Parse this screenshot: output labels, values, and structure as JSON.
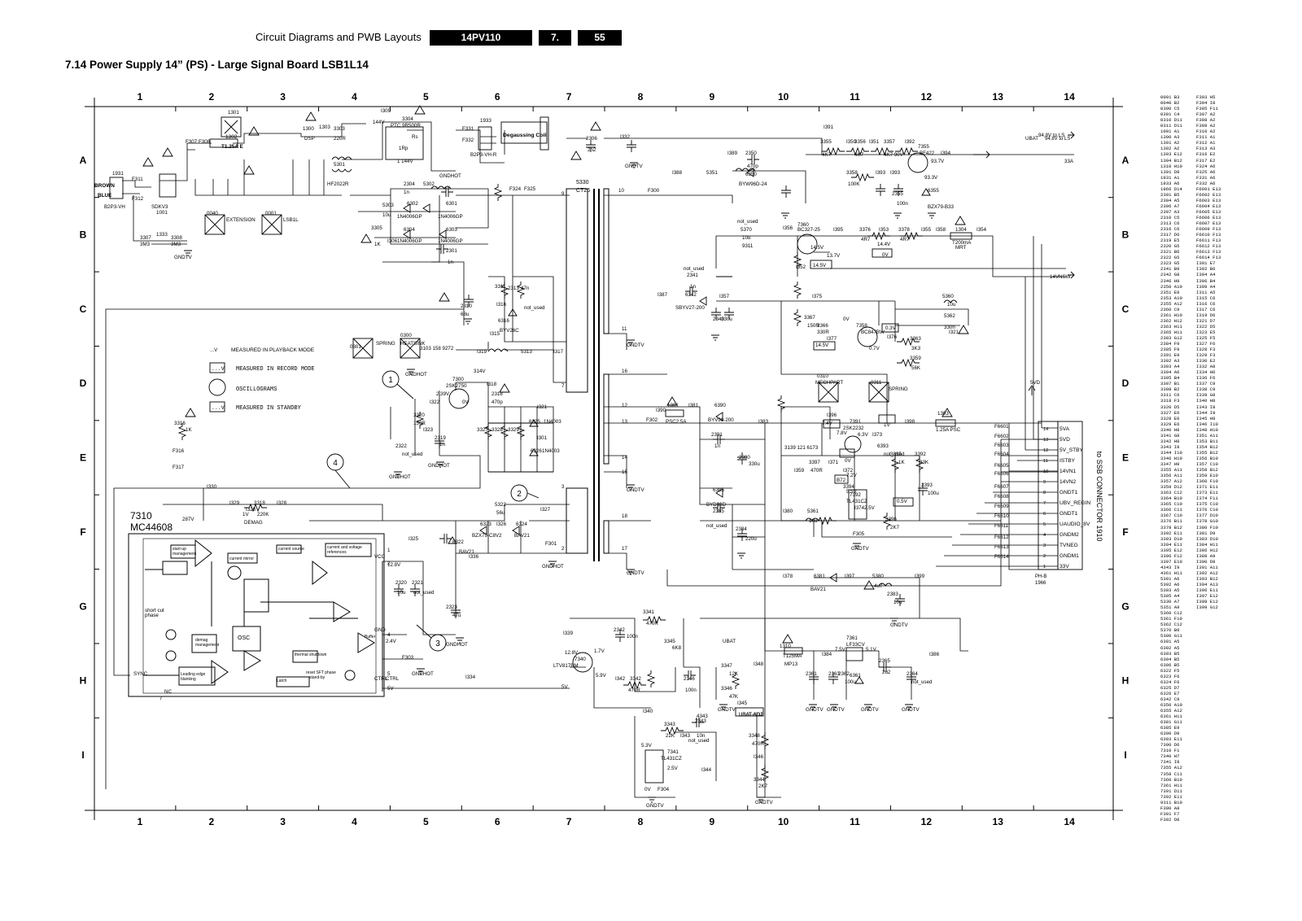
{
  "header": {
    "title": "Circuit Diagrams and PWB Layouts",
    "model": "14PV110",
    "chapter": "7.",
    "page": "55"
  },
  "section_title": "7.14   Power Supply 14” (PS) - Large Signal Board LSB1L14",
  "grid": {
    "columns": [
      "1",
      "2",
      "3",
      "4",
      "5",
      "6",
      "7",
      "8",
      "9",
      "10",
      "11",
      "12",
      "13",
      "14"
    ],
    "rows": [
      "A",
      "B",
      "C",
      "D",
      "E",
      "F",
      "G",
      "H",
      "I"
    ]
  },
  "legend": {
    "playback": "...V   MEASURED IN PLAYBACK MODE",
    "record": "MEASURED IN RECORD MODE",
    "record_box": "...V",
    "osc": "OSCILLOGRAMS",
    "standby": "MEASURED IN STANDBY",
    "standby_box": "...V"
  },
  "ic": {
    "ref": "7310",
    "part": "MC44608"
  },
  "connector": {
    "title": "to SSB CONNECTOR 1910",
    "pins": [
      {
        "num": "14",
        "name": "5VA"
      },
      {
        "num": "13",
        "name": "5VD"
      },
      {
        "num": "12",
        "name": "5V_STBY"
      },
      {
        "num": "11",
        "name": "ISTBY"
      },
      {
        "num": "10",
        "name": "14VN1"
      },
      {
        "num": "9",
        "name": "14VN2"
      },
      {
        "num": "8",
        "name": "GNDT1"
      },
      {
        "num": "7",
        "name": "UBV_REGIN"
      },
      {
        "num": "6",
        "name": "GNDT1"
      },
      {
        "num": "5",
        "name": "UAUDIO_8V"
      },
      {
        "num": "4",
        "name": "GNDM2"
      },
      {
        "num": "3",
        "name": "TVNEG"
      },
      {
        "num": "2",
        "name": "GNDM1"
      },
      {
        "num": "1",
        "name": "33V"
      }
    ]
  },
  "labels": {
    "fuse": "T1.25A E",
    "ptc": "PTC 9R500R",
    "degauss": "Degaussing Coil",
    "transformer": "5330",
    "transformer_part": "CT26",
    "conn_b2p3": "B2P3-VH",
    "conn_b2p3r": "B2P3-VH-R",
    "mains_brown": "BROWN",
    "mains_blue": "BLUE",
    "extension": "EXTENSION",
    "lsb": "LSB1L",
    "spring1": "SPRING",
    "heatsink": "HEATSINK",
    "mechpart": "MECHPART",
    "spring2": "SPRING",
    "ubat": "UBAT",
    "to_ls": "94.8V to LS",
    "ubat_adj": "UBAT-ADJ",
    "t125": "T125MA",
    "opto": "LTV817BM",
    "tl431a": "TL431CZ",
    "tl431b": "TL431CZ",
    "tl431c": "TL431CZ",
    "lf33": "LF33CV",
    "bf422": "BF422",
    "bc327": "BC327-25",
    "bc847": "BC847BW",
    "fet": "2SK2750",
    "bzx": "BZX79-C8V2",
    "bav21": "BAV21",
    "byv": "BYV95B-200",
    "ph": "PH-B",
    "ph_num": "1966",
    "v_14_5": "14.5V",
    "v_0v": "0V",
    "v_13_7": "13.7V",
    "v_0_3": "0.3V",
    "v_7_4": "7.4V",
    "v_1v": "1V",
    "v_0v2": "0V",
    "v_0v3": "0.5V",
    "v_314": "314V",
    "v_12_8": "12.8V",
    "v_5_3": "5.3V",
    "v_2_5": "2.5V",
    "v_5_1": "5.1V",
    "v_2_4": "2.4V"
  },
  "reference_list_a": [
    "0001 B3",
    "0040 B2",
    "0300 C5",
    "0301 C4",
    "0310 D11",
    "0311 D11",
    "1001 A1",
    "1300 A3",
    "1301 A2",
    "1302 A2",
    "1303 E12",
    "1304 B12",
    "1310 H10",
    "1391 D8",
    "1931 A1",
    "1933 A6",
    "1966 D14",
    "2301 B5",
    "2304 A5",
    "2306 A7",
    "2307 A3",
    "2310 C5",
    "2313 C6",
    "2316 C6",
    "2317 D6",
    "2319 E5",
    "2320 G5",
    "2321 B6",
    "2322 G5",
    "2323 G5",
    "2341 B9",
    "2342 G8",
    "2346 H9",
    "2350 A10",
    "2351 E9",
    "2353 A10",
    "2355 A12",
    "2360 C9",
    "2361 H10",
    "2362 H12",
    "2363 H11",
    "2365 H11",
    "2383 G12",
    "2384 F9",
    "2385 F9",
    "2391 E9",
    "3302 A3",
    "3303 A4",
    "3304 A6",
    "3305 B4",
    "3307 B1",
    "3308 B2",
    "3311 C6",
    "3318 F3",
    "3320 D5",
    "3327 E6",
    "3328 E6",
    "3329 E6",
    "3340 H8",
    "3341 G8",
    "3342 H8",
    "3343 I8",
    "3344 I10",
    "3346 H10",
    "3347 H9",
    "3355 A11",
    "3356 A11",
    "3357 A12",
    "3359 D12",
    "3363 C12",
    "3364 B10",
    "3365 C10",
    "3366 C11",
    "3367 C10",
    "3376 B11",
    "3378 B12",
    "3392 E11",
    "3393 D10",
    "3394 E11",
    "3395 E12",
    "3396 F12",
    "3397 E10",
    "4343 I9",
    "4361 H11",
    "5301 A6",
    "5302 A6",
    "5303 A5",
    "5305 A4",
    "5330 A7",
    "5351 A9",
    "5360 C12",
    "5361 F10",
    "5362 C12",
    "5370 B9",
    "5380 G11",
    "6301 A5",
    "6302 A5",
    "6303 B5",
    "6304 B5",
    "6306 B5",
    "6322 F5",
    "6323 F6",
    "6324 F6",
    "6325 D7",
    "6326 E7",
    "6342 C9",
    "6350 A10",
    "6355 A12",
    "6361 H11",
    "6381 G11",
    "6385 E9",
    "6390 D9",
    "6393 E11",
    "7300 D6",
    "7310 F1",
    "7340 H7",
    "7341 I8",
    "7355 A12",
    "7358 C11",
    "7360 B10",
    "7361 H11",
    "7391 D11",
    "7392 E11",
    "9311 B10",
    "F300 A8",
    "F301 F7",
    "F302 D8"
  ],
  "reference_list_b": [
    "F303 H5",
    "F304 I8",
    "F305 F11",
    "F307 A2",
    "F308 A2",
    "F309 A2",
    "F310 A2",
    "F311 A1",
    "F312 A1",
    "F313 A3",
    "F316 E2",
    "F317 E2",
    "F324 A6",
    "F325 A6",
    "F331 A6",
    "F332 A6",
    "F6601 E13",
    "F6602 E13",
    "F6603 E13",
    "F6604 E13",
    "F6605 E13",
    "F6606 E13",
    "F6607 E13",
    "F6609 F13",
    "F6610 F13",
    "F6611 F13",
    "F6612 F13",
    "F6613 F13",
    "F6614 F13",
    "I301 E7",
    "I302 B6",
    "I304 A4",
    "I306 B4",
    "I309 A4",
    "I311 A5",
    "I315 C6",
    "I316 C6",
    "I317 C6",
    "I319 D6",
    "I321 D7",
    "I322 D5",
    "I323 E5",
    "I325 F5",
    "I327 F6",
    "I328 F3",
    "I329 F3",
    "I330 E2",
    "I332 A8",
    "I334 H6",
    "I336 F6",
    "I337 C9",
    "I338 C9",
    "I339 G8",
    "I340 H8",
    "I343 I8",
    "I344 I9",
    "I345 H9",
    "I346 I10",
    "I348 H10",
    "I351 A11",
    "I353 B11",
    "I354 B12",
    "I355 B12",
    "I356 B10",
    "I357 C10",
    "I358 B12",
    "I359 E10",
    "I360 F10",
    "I371 E11",
    "I373 E11",
    "I374 F11",
    "I375 C10",
    "I376 C10",
    "I377 D10",
    "I378 G10",
    "I380 F10",
    "I381 D9",
    "I383 D10",
    "I384 H11",
    "I386 H12",
    "I388 A9",
    "I390 D8",
    "I391 A11",
    "I392 A12",
    "I393 B12",
    "I394 A13",
    "I396 E11",
    "I397 E12",
    "I398 E12",
    "I399 G12"
  ],
  "colors": {
    "ink": "#000000",
    "paper": "#ffffff"
  }
}
